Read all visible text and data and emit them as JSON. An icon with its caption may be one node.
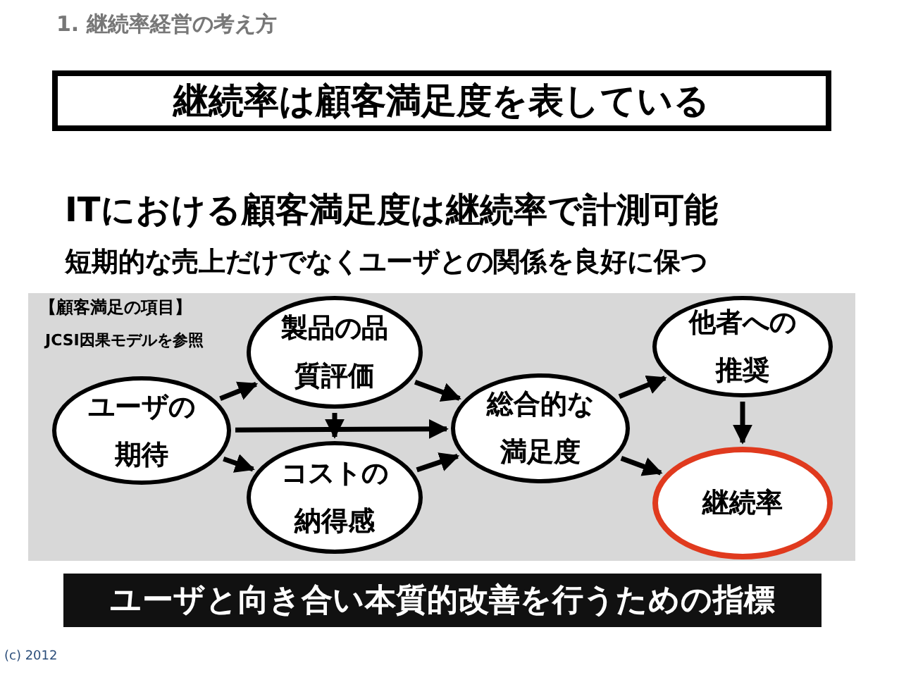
{
  "diagram": {
    "title": "1. 継続率経営の考え方",
    "nodes": [
      {
        "text": [
          "継続率は顧客満足度を表している"
        ]
      },
      {
        "text": [
          "【顧客満足の項目】",
          "JCSI因果モデルを参照"
        ]
      },
      {
        "text": [
          "ユーザの期待"
        ],
        "in": 1
      },
      {
        "text": [
          "製品の品質評価"
        ],
        "in": 1
      },
      {
        "text": [
          "コストの納得感"
        ],
        "in": 1
      },
      {
        "text": [
          "総合的な満足度"
        ],
        "in": 1
      },
      {
        "text": [
          "他者への推奨"
        ],
        "in": 1
      },
      {
        "text": [
          "継続率"
        ],
        "in": 1
      },
      {
        "text": [
          "ユーザと向き合い本質的改善を行うための指標"
        ]
      }
    ],
    "edges": [
      {
        "from": 2,
        "to": 3,
        "arrow": "to"
      },
      {
        "from": 2,
        "to": 5,
        "arrow": "to"
      },
      {
        "from": 2,
        "to": 4,
        "arrow": "to"
      },
      {
        "from": 3,
        "to": 4,
        "arrow": "to"
      },
      {
        "from": 3,
        "to": 5,
        "arrow": "to"
      },
      {
        "from": 4,
        "to": 5,
        "arrow": "to"
      },
      {
        "from": 5,
        "to": 6,
        "arrow": "to"
      },
      {
        "from": 5,
        "to": 7,
        "arrow": "to"
      },
      {
        "from": 6,
        "to": 7,
        "arrow": "to"
      }
    ],
    "labels": [
      "ITにおける顧客満足度は継続率で計測可能",
      "短期的な売上だけでなくユーザとの関係を良好に保つ",
      "(c) 2012"
    ]
  }
}
